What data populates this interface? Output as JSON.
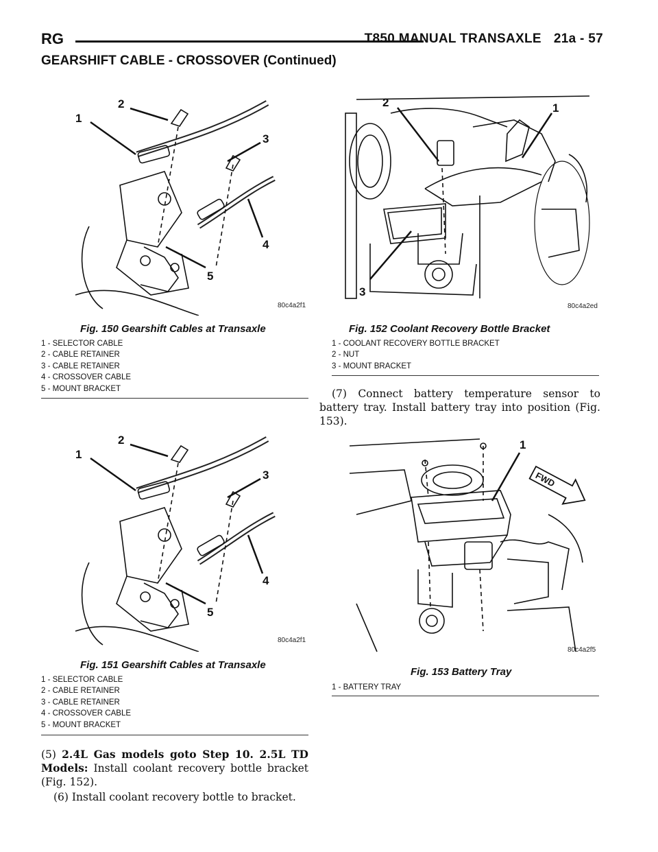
{
  "header": {
    "left": "RG",
    "title": "T850 MANUAL TRANSAXLE",
    "page": "21a - 57",
    "section": "GEARSHIFT CABLE - CROSSOVER (Continued)"
  },
  "fig150": {
    "caption": "Fig. 150 Gearshift Cables at Transaxle",
    "code": "80c4a2f1",
    "callouts": [
      "1",
      "2",
      "3",
      "4",
      "5"
    ],
    "legend": [
      "1 - SELECTOR CABLE",
      "2 - CABLE RETAINER",
      "3 - CABLE RETAINER",
      "4 - CROSSOVER CABLE",
      "5 - MOUNT BRACKET"
    ]
  },
  "fig151": {
    "caption": "Fig. 151 Gearshift Cables at Transaxle",
    "code": "80c4a2f1",
    "callouts": [
      "1",
      "2",
      "3",
      "4",
      "5"
    ],
    "legend": [
      "1 - SELECTOR CABLE",
      "2 - CABLE RETAINER",
      "3 - CABLE RETAINER",
      "4 - CROSSOVER CABLE",
      "5 - MOUNT BRACKET"
    ]
  },
  "fig152": {
    "caption": "Fig. 152 Coolant Recovery Bottle Bracket",
    "code": "80c4a2ed",
    "callouts": [
      "2",
      "1",
      "3"
    ],
    "legend": [
      "1 - COOLANT RECOVERY BOTTLE BRACKET",
      "2 - NUT",
      "3 - MOUNT BRACKET"
    ]
  },
  "fig153": {
    "caption": "Fig. 153 Battery Tray",
    "code": "80c4a2f5",
    "callouts": [
      "1"
    ],
    "fwd": "FWD",
    "legend": [
      "1 - BATTERY TRAY"
    ]
  },
  "steps": {
    "s5_num": "(5)",
    "s5_bold": "2.4L Gas models goto Step 10. 2.5L TD Models:",
    "s5_text": "Install coolant recovery bottle bracket (Fig. 152).",
    "s6": "(6) Install coolant recovery bottle to bracket.",
    "s7": "(7) Connect battery temperature sensor to battery tray. Install battery tray into position (Fig. 153)."
  }
}
